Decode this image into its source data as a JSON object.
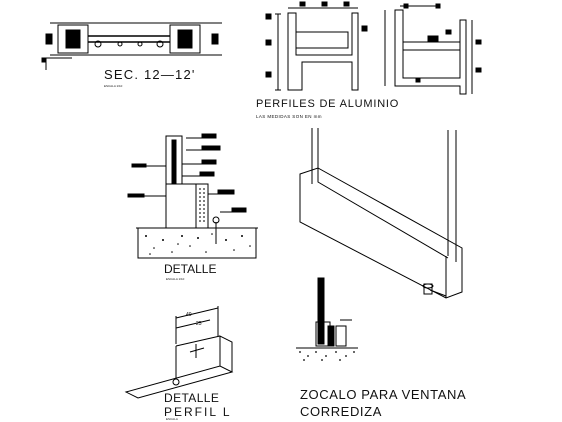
{
  "labels": {
    "section_title": "SEC.  12—12'",
    "section_scale": "ESCALA 1/10",
    "profiles_title": "PERFILES DE ALUMINIO",
    "profiles_note": "LAS MEDIDAS SON EN mm",
    "detail_title": "DETALLE",
    "detail_scale": "ESCALA 1/10",
    "detail_l_title": "DETALLE",
    "detail_l_subtitle": "PERFIL  L",
    "detail_l_scale": "ESCALA",
    "zocalo_line1": "ZOCALO PARA VENTANA",
    "zocalo_line2": "CORREDIZA"
  },
  "dimensions": {
    "d1": "40",
    "d2": "25"
  },
  "colors": {
    "ink": "#000000",
    "paper": "#ffffff"
  }
}
